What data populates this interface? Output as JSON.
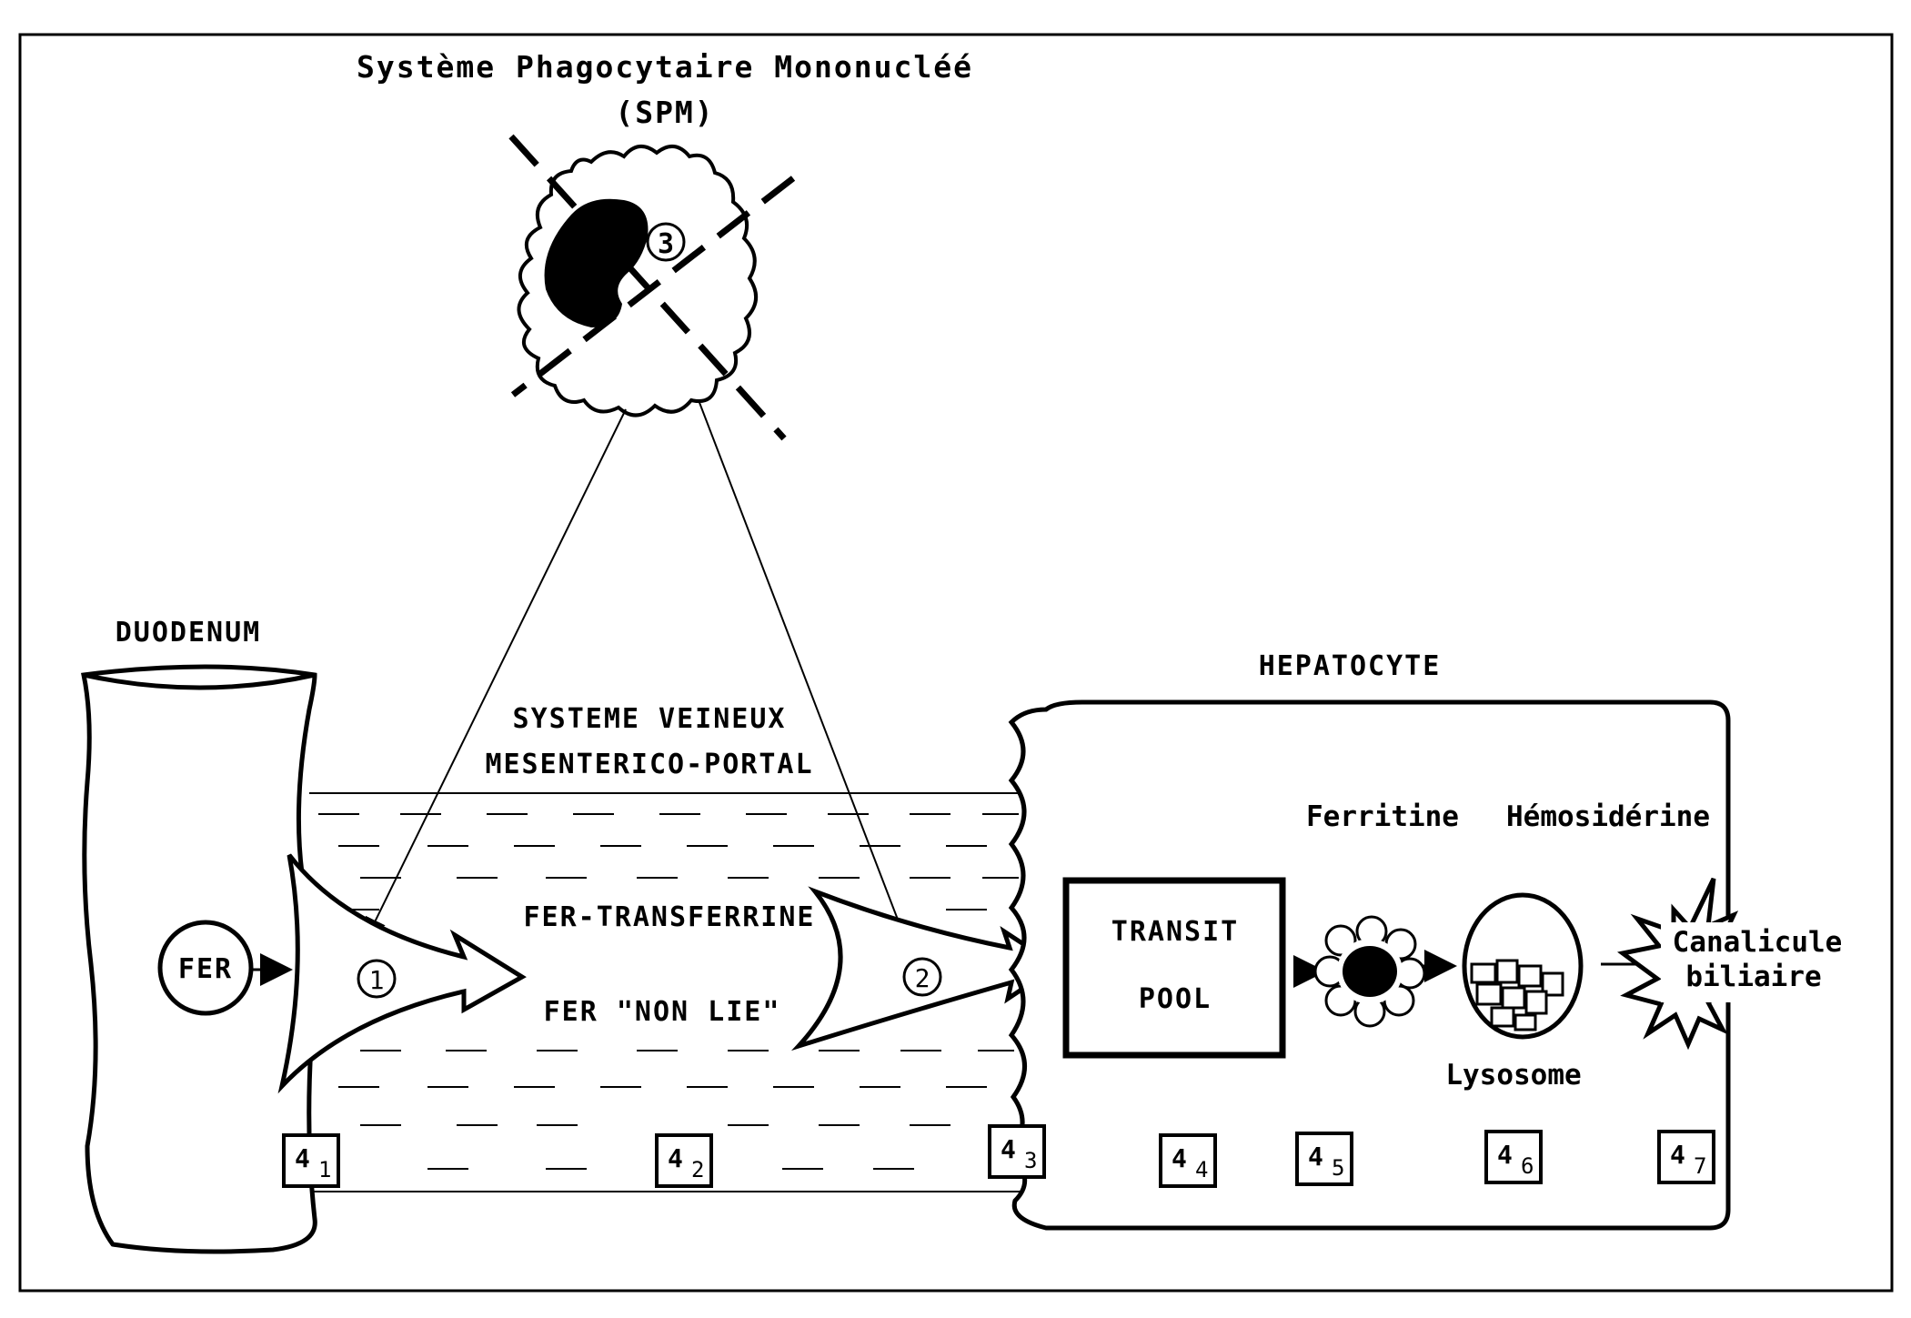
{
  "title_line1": "Système Phagocytaire Mononucléé",
  "title_line2": "(SPM)",
  "duodenum_label": "DUODENUM",
  "hepatocyte_label": "HEPATOCYTE",
  "venous_line1": "SYSTEME VEINEUX",
  "venous_line2": "MESENTERICO-PORTAL",
  "fer_label": "FER",
  "fer_transferrine": "FER-TRANSFERRINE",
  "fer_non_lie": "FER \"NON LIE\"",
  "transit_line1": "TRANSIT",
  "transit_line2": "POOL",
  "ferritine_label": "Ferritine",
  "hemosiderine_label": "Hémosidérine",
  "lysosome_label": "Lysosome",
  "canalicule_line1": "Canalicule",
  "canalicule_line2": "biliaire",
  "step_markers": [
    "1",
    "2",
    "3"
  ],
  "compartments": [
    {
      "main": "4",
      "sub": "1"
    },
    {
      "main": "4",
      "sub": "2"
    },
    {
      "main": "4",
      "sub": "3"
    },
    {
      "main": "4",
      "sub": "4"
    },
    {
      "main": "4",
      "sub": "5"
    },
    {
      "main": "4",
      "sub": "6"
    },
    {
      "main": "4",
      "sub": "7"
    }
  ]
}
